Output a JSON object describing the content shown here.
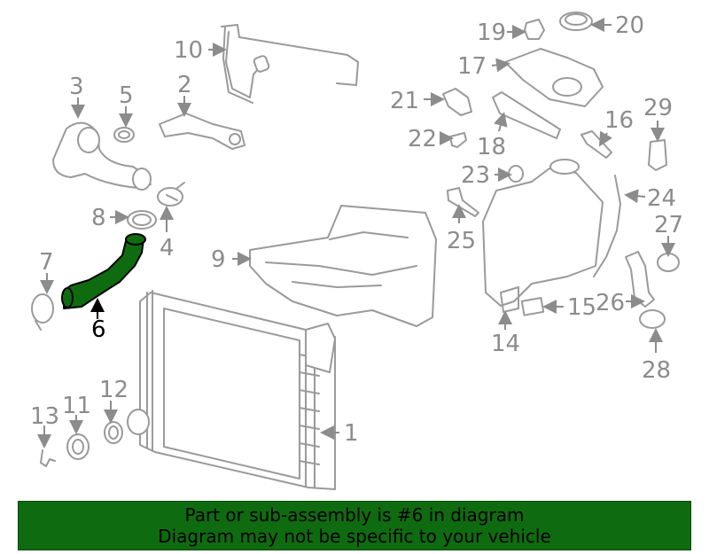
{
  "callouts": {
    "c1": "1",
    "c2": "2",
    "c3": "3",
    "c4": "4",
    "c5": "5",
    "c6": "6",
    "c7": "7",
    "c8": "8",
    "c9": "9",
    "c10": "10",
    "c11": "11",
    "c12": "12",
    "c13": "13",
    "c14": "14",
    "c15": "15",
    "c16": "16",
    "c17": "17",
    "c18": "18",
    "c19": "19",
    "c20": "20",
    "c21": "21",
    "c22": "22",
    "c23": "23",
    "c24": "24",
    "c25": "25",
    "c26": "26",
    "c27": "27",
    "c28": "28",
    "c29": "29"
  },
  "highlight": {
    "color": "#0f6b0f",
    "part": "6"
  },
  "banner": {
    "line1": "Part or sub-assembly is #6 in diagram",
    "line2": "Diagram may not be specific to your vehicle",
    "color": "#0f6b0f"
  }
}
